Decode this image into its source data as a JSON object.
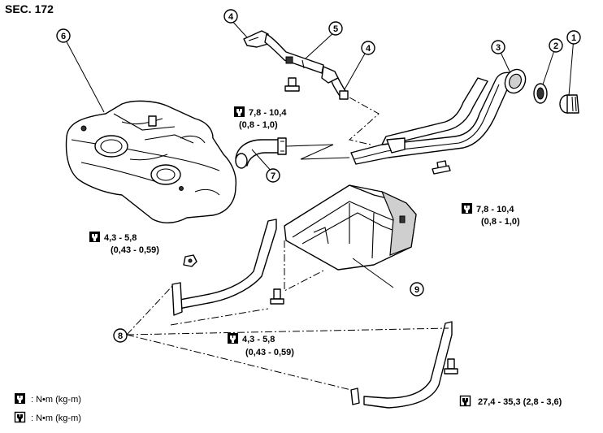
{
  "section": "SEC. 172",
  "callouts": [
    {
      "id": "c1",
      "num": "1"
    },
    {
      "id": "c2",
      "num": "2"
    },
    {
      "id": "c3",
      "num": "3"
    },
    {
      "id": "c4a",
      "num": "4"
    },
    {
      "id": "c4b",
      "num": "4"
    },
    {
      "id": "c5",
      "num": "5"
    },
    {
      "id": "c6",
      "num": "6"
    },
    {
      "id": "c7",
      "num": "7"
    },
    {
      "id": "c8",
      "num": "8"
    },
    {
      "id": "c9",
      "num": "9"
    }
  ],
  "torques": [
    {
      "id": "t1",
      "line1": "7,8 - 10,4",
      "line2": "(0,8 - 1,0)"
    },
    {
      "id": "t2",
      "line1": "7,8 - 10,4",
      "line2": "(0,8 - 1,0)"
    },
    {
      "id": "t3",
      "line1": "4,3 - 5,8",
      "line2": "(0,43 - 0,59)"
    },
    {
      "id": "t4",
      "line1": "4,3 - 5,8",
      "line2": "(0,43 - 0,59)"
    },
    {
      "id": "t5",
      "line1": "27,4 - 35,3 (2,8 - 3,6)",
      "line2": ""
    }
  ],
  "legend": [
    {
      "icon": "torque-wrench-icon",
      "text": ": N•m (kg-m)"
    },
    {
      "icon": "torque-wrench-outline-icon",
      "text": ": N•m (kg-m)"
    }
  ]
}
